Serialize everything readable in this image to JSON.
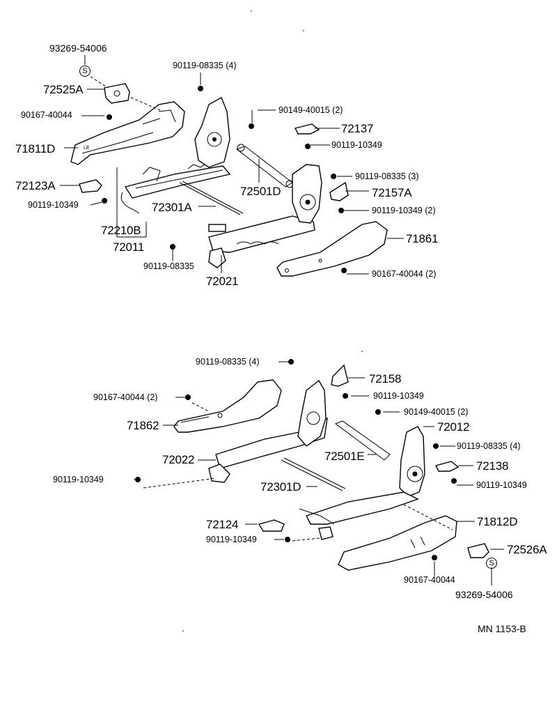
{
  "upper": {
    "p93269_top": "93269-54006",
    "s_top": "S",
    "p72525A": "72525A",
    "p90167_a": "90167-40044",
    "p71811D": "71811D",
    "p72123A": "72123A",
    "p90119_10349_a": "90119-10349",
    "p72210B": "72210B",
    "p72011": "72011",
    "p90119_08335_4a": "90119-08335 (4)",
    "p90149_2a": "90149-40015 (2)",
    "p72137": "72137",
    "p90119_10349_b": "90119-10349",
    "p72501D": "72501D",
    "p90119_08335_3": "90119-08335 (3)",
    "p72157A": "72157A",
    "p72301A": "72301A",
    "p90119_10349_2": "90119-10349 (2)",
    "p71861": "71861",
    "p90119_08335_a": "90119-08335",
    "p72021": "72021",
    "p90167_2a": "90167-40044 (2)"
  },
  "lower": {
    "p90119_08335_4b": "90119-08335 (4)",
    "p72158": "72158",
    "p90167_2b": "90167-40044 (2)",
    "p90119_10349_c": "90119-10349",
    "p71862": "71862",
    "p90149_2b": "90149-40015 (2)",
    "p72012": "72012",
    "p90119_08335_4c": "90119-08335 (4)",
    "p72022": "72022",
    "p72501E": "72501E",
    "p72138": "72138",
    "p90119_10349_d": "90119-10349",
    "p90119_10349_e": "90119-10349",
    "p72301D": "72301D",
    "p72124": "72124",
    "p71812D": "71812D",
    "p90119_10349_f": "90119-10349",
    "p72526A": "72526A",
    "p90167_b": "90167-40044",
    "s_bottom": "S",
    "p93269_bottom": "93269-54006"
  },
  "ref_code": "MN 1153-B"
}
